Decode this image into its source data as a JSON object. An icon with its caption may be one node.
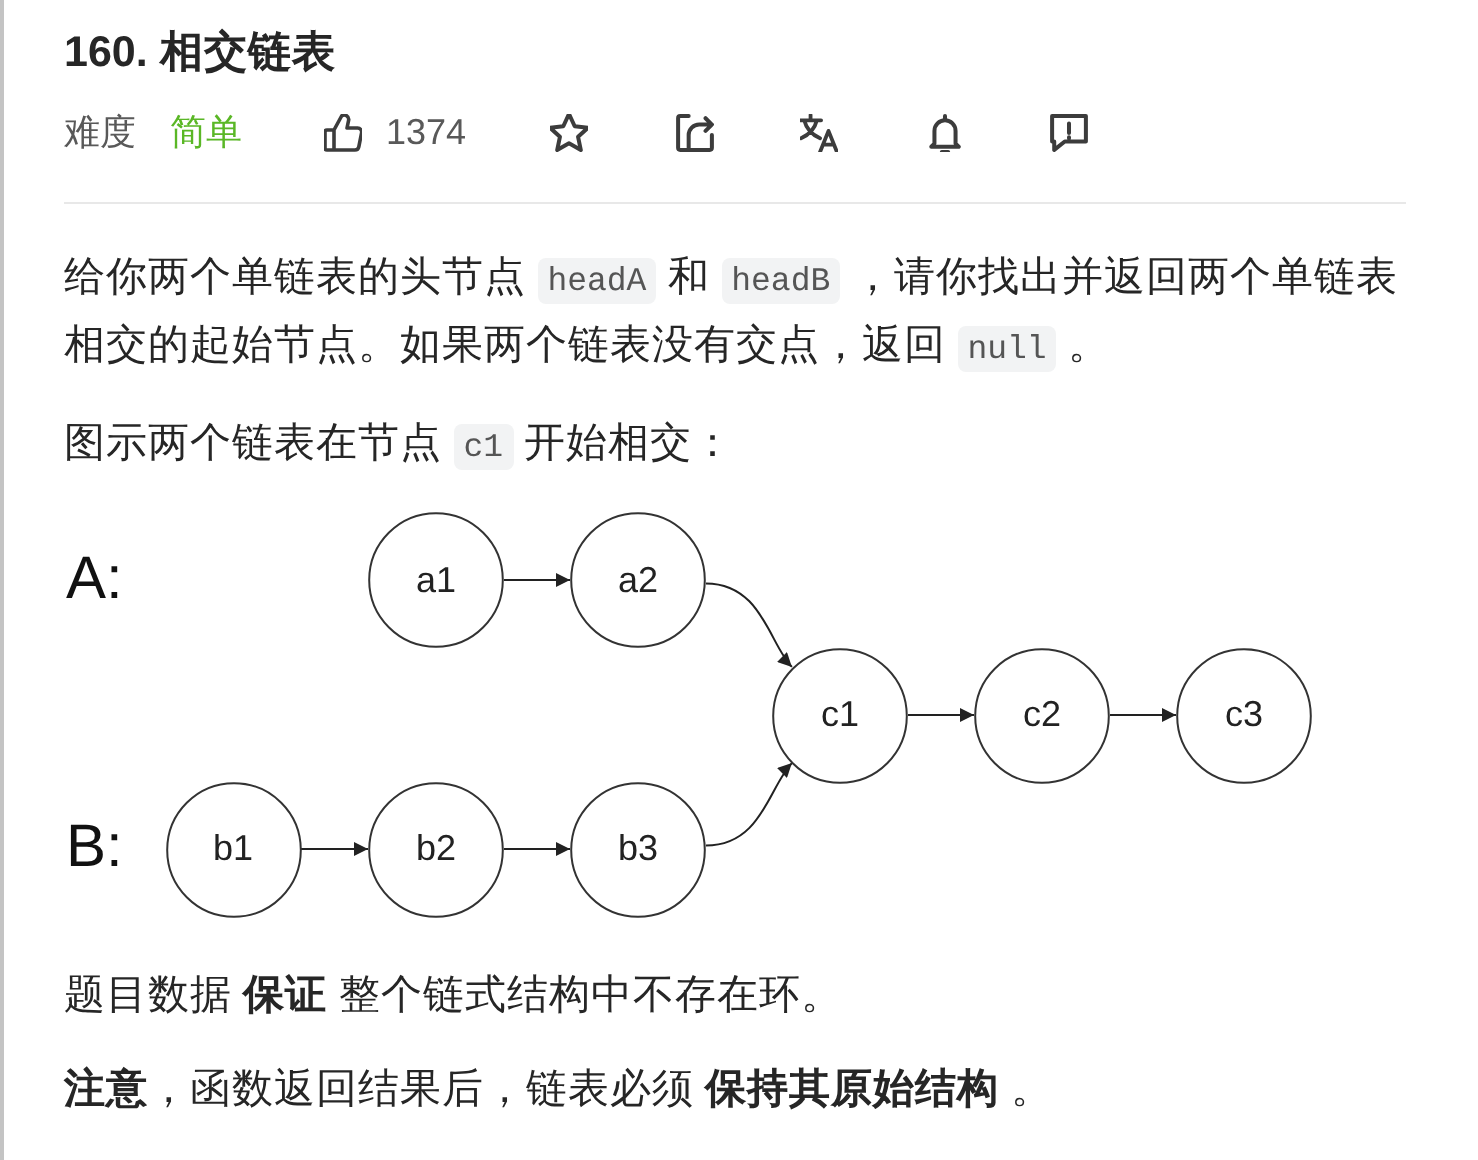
{
  "diagram": {
    "title": "160. 相交链表",
    "nodes": [
      {
        "text": [
          "a1"
        ]
      },
      {
        "text": [
          "a2"
        ]
      },
      {
        "text": [
          "c1"
        ]
      },
      {
        "text": [
          "c2"
        ]
      },
      {
        "text": [
          "c3"
        ]
      },
      {
        "text": [
          "b1"
        ]
      },
      {
        "text": [
          "b2"
        ]
      },
      {
        "text": [
          "b3"
        ]
      }
    ],
    "edges": [
      {
        "from": 0,
        "to": 1,
        "arrow": "to"
      },
      {
        "from": 1,
        "to": 2,
        "arrow": "to"
      },
      {
        "from": 2,
        "to": 3,
        "arrow": "to"
      },
      {
        "from": 3,
        "to": 4,
        "arrow": "to"
      },
      {
        "from": 5,
        "to": 6,
        "arrow": "to"
      },
      {
        "from": 6,
        "to": 7,
        "arrow": "to"
      },
      {
        "from": 7,
        "to": 2,
        "arrow": "to"
      }
    ],
    "labels": [
      "难度",
      "简单",
      "1374",
      "给你两个单链表的头节点 headA 和 headB ，请你找出并返回两个单链表相交的起始节点。如果两个链表没有交点，返回 null 。",
      "图示两个链表在节点 c1 开始相交：",
      "A:",
      "B:",
      "题目数据 **保证** 整个链式结构中不存在环。",
      "**注意**，函数返回结果后，链表必须 **保持其原始结构** 。"
    ]
  }
}
